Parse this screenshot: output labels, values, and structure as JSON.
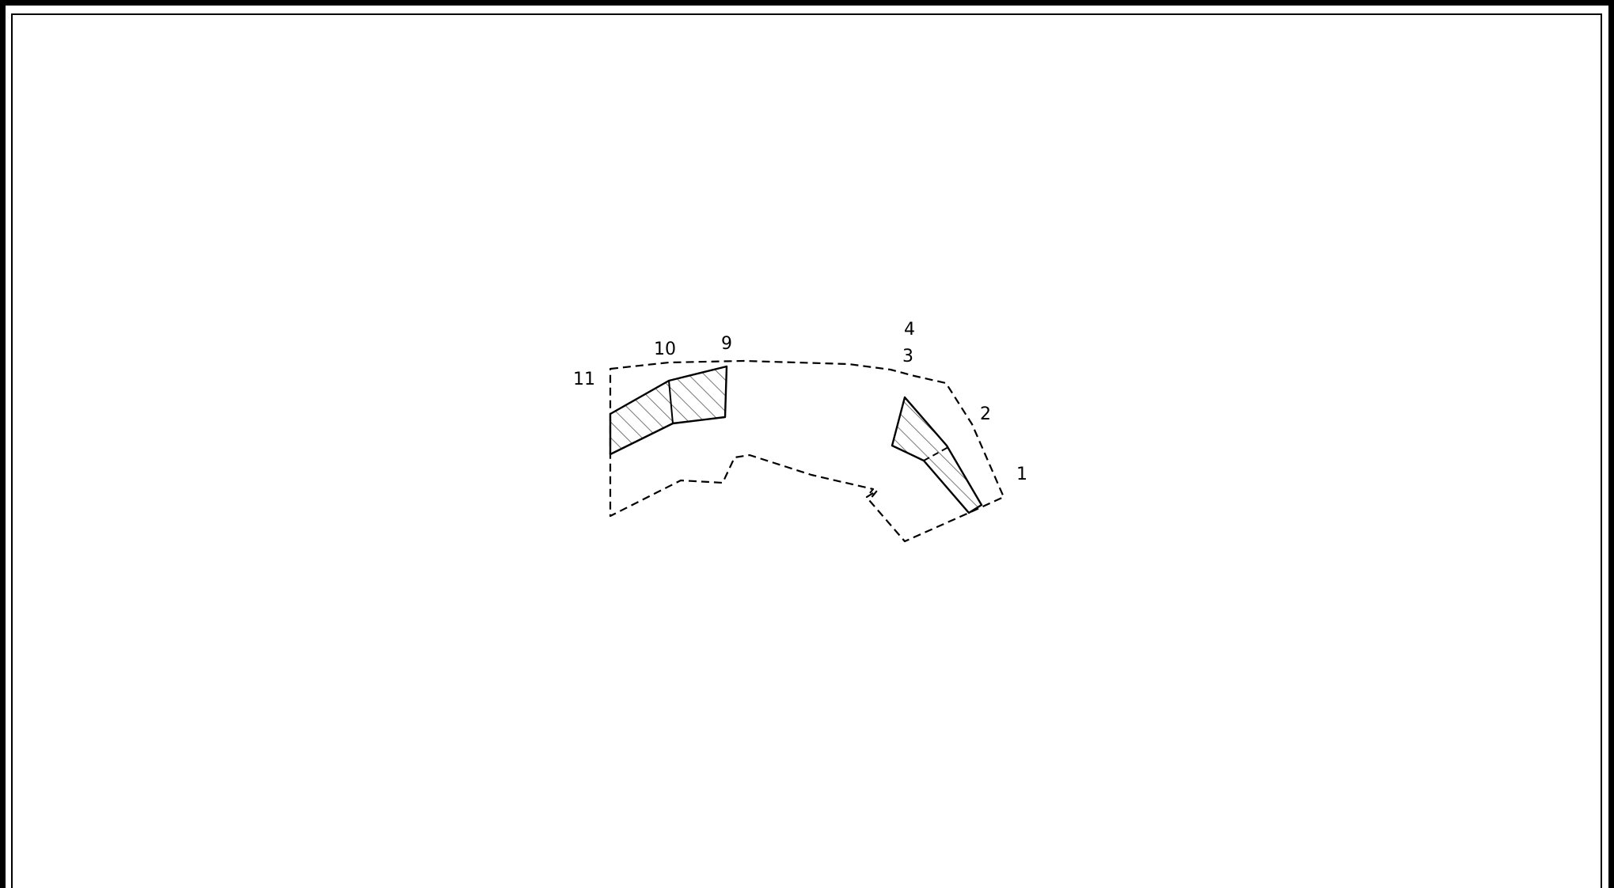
{
  "drawing": {
    "point_labels": [
      "1",
      "2",
      "3",
      "4",
      "9",
      "10",
      "11"
    ],
    "hatch_color": "#555555",
    "line_color": "#000000",
    "background": "#ffffff"
  }
}
